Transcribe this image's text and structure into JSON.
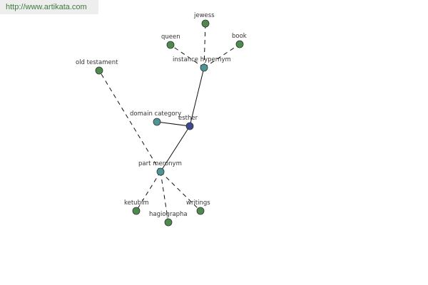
{
  "watermark": "http://www.artikata.com",
  "colors": {
    "center": "#3e4a8c",
    "relation": "#4e9696",
    "leaf": "#4e8a4e"
  },
  "nodes": [
    {
      "id": "esther",
      "label": "esther",
      "kind": "center"
    },
    {
      "id": "instance_hypernym",
      "label": "instance hypernym",
      "kind": "relation"
    },
    {
      "id": "domain_category",
      "label": "domain category",
      "kind": "relation"
    },
    {
      "id": "part_meronym",
      "label": "part meronym",
      "kind": "relation"
    },
    {
      "id": "jewess",
      "label": "jewess",
      "kind": "leaf"
    },
    {
      "id": "queen",
      "label": "queen",
      "kind": "leaf"
    },
    {
      "id": "book",
      "label": "book",
      "kind": "leaf"
    },
    {
      "id": "old_testament",
      "label": "old testament",
      "kind": "leaf"
    },
    {
      "id": "ketubim",
      "label": "ketubim",
      "kind": "leaf"
    },
    {
      "id": "hagiographa",
      "label": "hagiographa",
      "kind": "leaf"
    },
    {
      "id": "writings",
      "label": "writings",
      "kind": "leaf"
    }
  ],
  "edges": [
    {
      "from": "esther",
      "to": "instance_hypernym",
      "style": "solid"
    },
    {
      "from": "esther",
      "to": "domain_category",
      "style": "solid"
    },
    {
      "from": "esther",
      "to": "part_meronym",
      "style": "solid"
    },
    {
      "from": "instance_hypernym",
      "to": "jewess",
      "style": "dashed"
    },
    {
      "from": "instance_hypernym",
      "to": "queen",
      "style": "dashed"
    },
    {
      "from": "instance_hypernym",
      "to": "book",
      "style": "dashed"
    },
    {
      "from": "part_meronym",
      "to": "old_testament",
      "style": "dashed"
    },
    {
      "from": "part_meronym",
      "to": "ketubim",
      "style": "dashed"
    },
    {
      "from": "part_meronym",
      "to": "hagiographa",
      "style": "dashed"
    },
    {
      "from": "part_meronym",
      "to": "writings",
      "style": "dashed"
    }
  ]
}
